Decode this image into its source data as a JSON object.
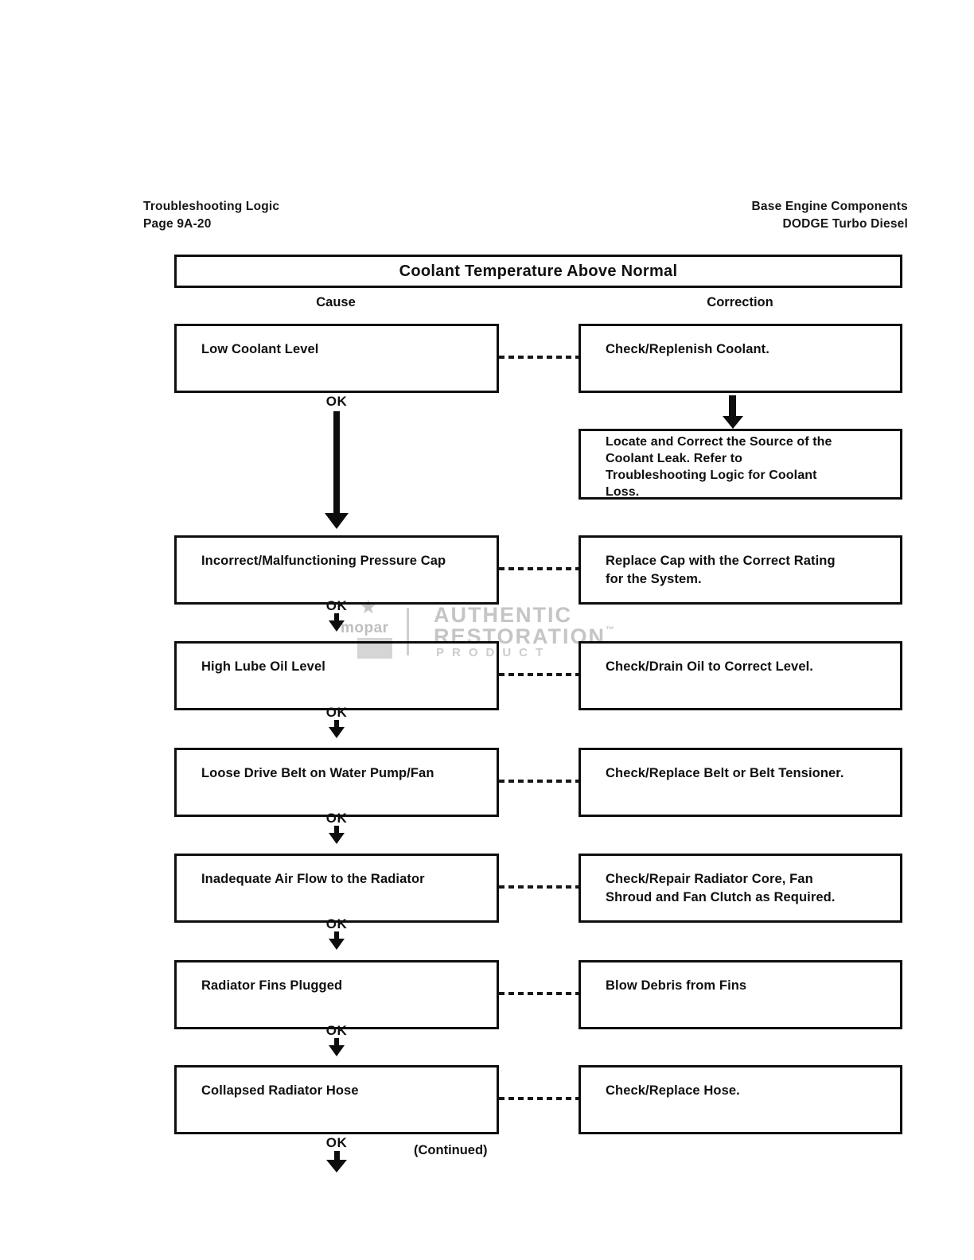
{
  "header": {
    "left": [
      "Troubleshooting Logic",
      "Page 9A-20"
    ],
    "right": [
      "Base Engine Components",
      "DODGE Turbo Diesel"
    ]
  },
  "chart": {
    "title": "Coolant Temperature Above Normal",
    "cause_col": "Cause",
    "correction_col": "Correction",
    "ok": "OK",
    "continued": "(Continued)"
  },
  "rows": [
    {
      "cause": "Low Coolant Level",
      "correction": "Check/Replenish Coolant."
    },
    {
      "cause": "Incorrect/Malfunctioning Pressure Cap",
      "correction": "Replace Cap with the Correct Rating\nfor the System."
    },
    {
      "cause": "High Lube Oil Level",
      "correction": "Check/Drain Oil to Correct Level."
    },
    {
      "cause": "Loose Drive Belt on Water Pump/Fan",
      "correction": "Check/Replace Belt or Belt Tensioner."
    },
    {
      "cause": "Inadequate Air Flow to the Radiator",
      "correction": "Check/Repair Radiator Core, Fan\nShroud and Fan Clutch as Required."
    },
    {
      "cause": "Radiator Fins Plugged",
      "correction": "Blow Debris from Fins"
    },
    {
      "cause": "Collapsed Radiator Hose",
      "correction": "Check/Replace Hose."
    }
  ],
  "followup_correction": "Locate and Correct the Source of the\nCoolant Leak. Refer to\nTroubleshooting Logic for Coolant\nLoss.",
  "watermark": {
    "brand": "mopar",
    "star": "★",
    "line1": "AUTHENTIC",
    "line2": "RESTORATION",
    "tm": "™",
    "line3": "PRODUCT"
  },
  "colors": {
    "ink": "#0e0e0e",
    "watermark_gray": "#c5c5c5"
  }
}
